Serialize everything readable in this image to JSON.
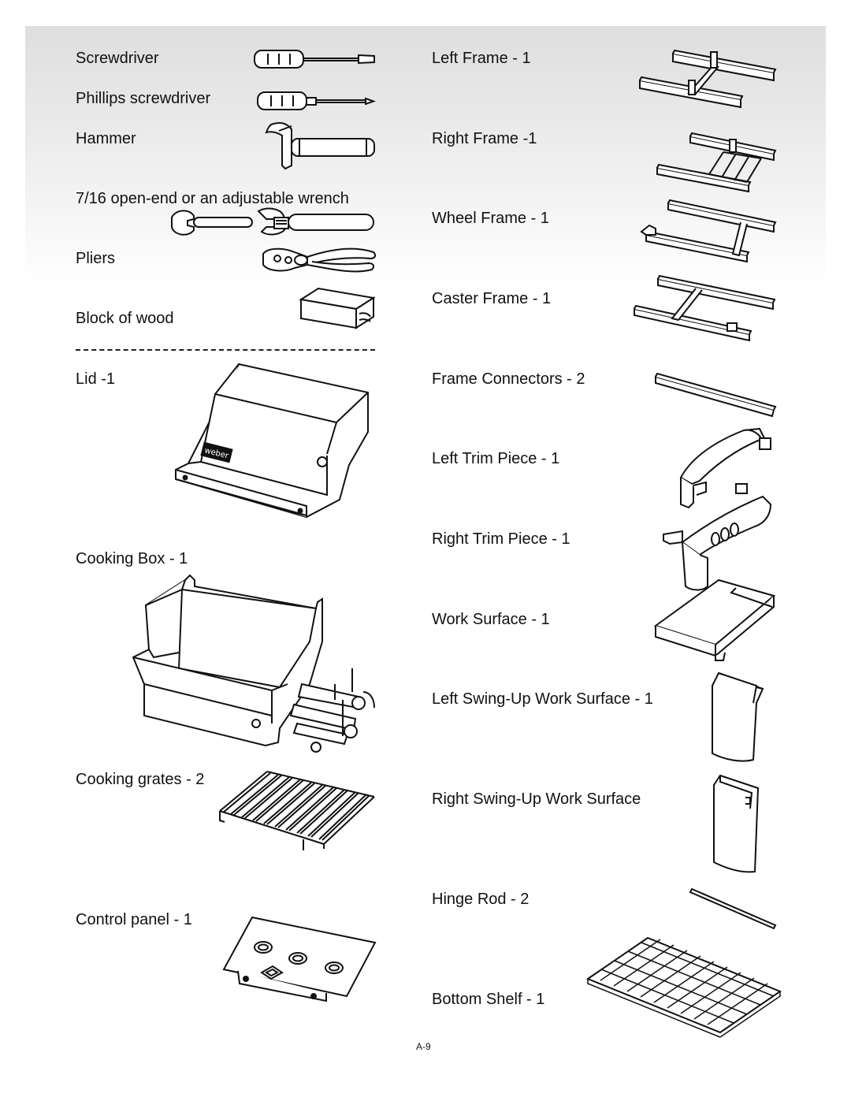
{
  "tools": {
    "screwdriver": "Screwdriver",
    "phillips": "Phillips screwdriver",
    "hammer": "Hammer",
    "wrench": "7/16 open-end or an adjustable wrench",
    "pliers": "Pliers",
    "wood": "Block of wood"
  },
  "parts_left": {
    "lid": "Lid -1",
    "cooking_box": "Cooking Box - 1",
    "cooking_grates": "Cooking grates - 2",
    "control_panel": "Control panel - 1"
  },
  "parts_right": {
    "left_frame": "Left Frame - 1",
    "right_frame": "Right Frame -1",
    "wheel_frame": "Wheel Frame - 1",
    "caster_frame": "Caster Frame - 1",
    "frame_connectors": "Frame Connectors - 2",
    "left_trim": "Left Trim Piece - 1",
    "right_trim": "Right Trim Piece - 1",
    "work_surface": "Work Surface - 1",
    "left_swing": "Left Swing-Up Work Surface - 1",
    "right_swing": "Right Swing-Up Work Surface",
    "hinge_rod": "Hinge Rod - 2",
    "bottom_shelf": "Bottom Shelf - 1"
  },
  "logo_text": "weber",
  "page_number": "A-9"
}
